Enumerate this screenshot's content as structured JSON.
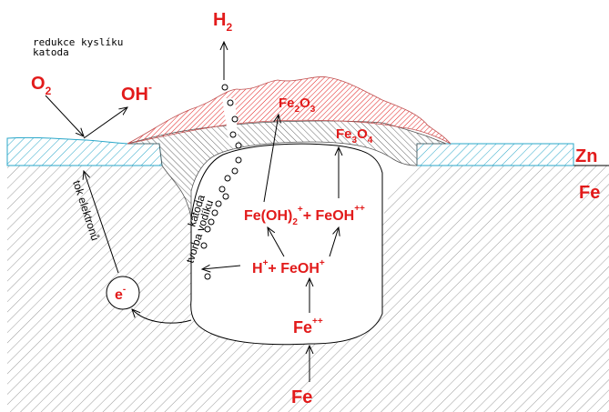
{
  "labels": {
    "h2": "H",
    "h2_sub": "2",
    "cathode_title": "redukce kyslíku",
    "cathode_sub": "katoda",
    "o2": "O",
    "o2_sub": "2",
    "oh": "OH",
    "oh_sup": "-",
    "fe2o3_a": "Fe",
    "fe2o3_b": "2",
    "fe2o3_c": "O",
    "fe2o3_d": "3",
    "fe3o4_a": "Fe",
    "fe3o4_b": "3",
    "fe3o4_c": "O",
    "fe3o4_d": "4",
    "zn": "Zn",
    "fe_metal": "Fe",
    "electron_flow": "tok elektronů",
    "cathode_vertical": "katoda",
    "hydrogen_formation": "tvorba vodíku",
    "reaction1_a": "Fe(OH)",
    "reaction1_b": "2",
    "reaction1_c": "+",
    "reaction1_d": "+ FeOH",
    "reaction1_e": "++",
    "reaction2_a": "H",
    "reaction2_b": "+",
    "reaction2_c": "+ FeOH",
    "reaction2_d": "+",
    "fe_ion": "Fe",
    "fe_ion_sup": "++",
    "electron": "e",
    "electron_sup": "-",
    "fe_bottom": "Fe"
  },
  "colors": {
    "red": "#e21b1b",
    "zinc_blue": "#2aa7c9",
    "hatch_gray": "#9a9a9a",
    "rust_fill": "#f2a6a6"
  }
}
